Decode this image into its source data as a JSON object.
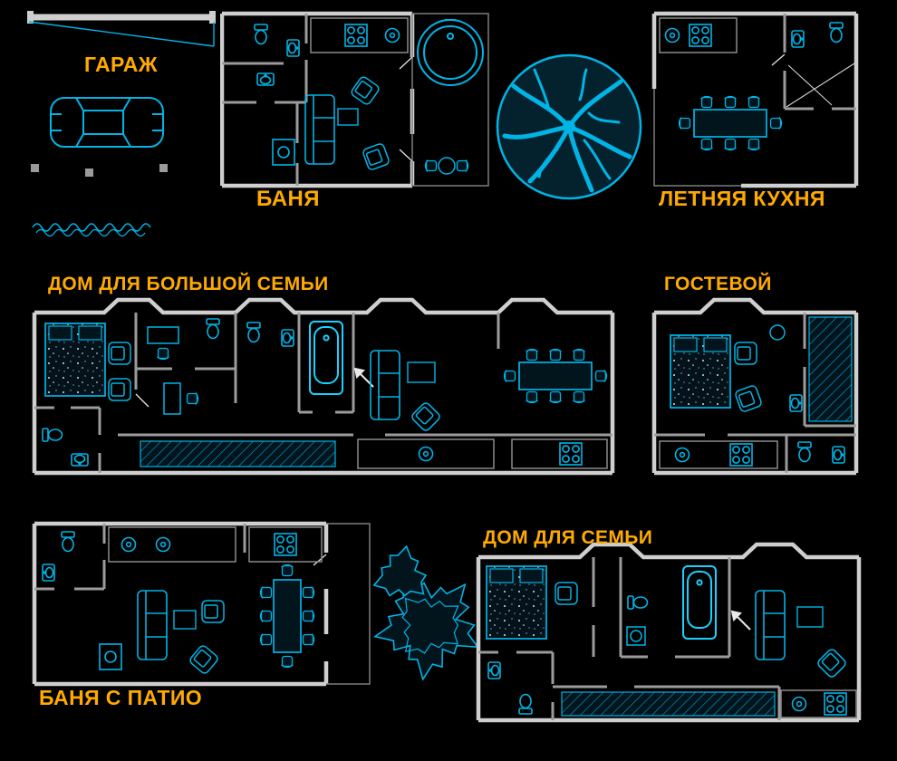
{
  "colors": {
    "background": "#000000",
    "drawing_line": "#00b4e6",
    "wall": "#cfcfcf",
    "inner_wall": "#9b9b9b",
    "label": "#ffaa00"
  },
  "plans": {
    "garage": {
      "label": "ГАРАЖ"
    },
    "banya": {
      "label": "БАНЯ"
    },
    "summer_kitchen": {
      "label": "ЛЕТНЯЯ КУХНЯ"
    },
    "big_family_house": {
      "label": "ДОМ ДЛЯ БОЛЬШОЙ СЕМЬИ"
    },
    "guest_house": {
      "label": "ГОСТЕВОЙ"
    },
    "banya_patio": {
      "label": "БАНЯ С ПАТИО"
    },
    "family_house": {
      "label": "ДОМ ДЛЯ СЕМЬИ"
    }
  },
  "icons": [
    "car-icon",
    "tree-icon",
    "spiky-tree-icon",
    "hedge-icon",
    "bed-icon",
    "bathtub-icon",
    "round-tub-icon",
    "toilet-icon",
    "washbasin-icon",
    "kitchen-sink-icon",
    "stove-icon",
    "dining-table-icon",
    "sofa-icon",
    "armchair-icon",
    "desk-icon",
    "heater-icon",
    "wardrobe-hatch-icon",
    "arrow-icon"
  ]
}
